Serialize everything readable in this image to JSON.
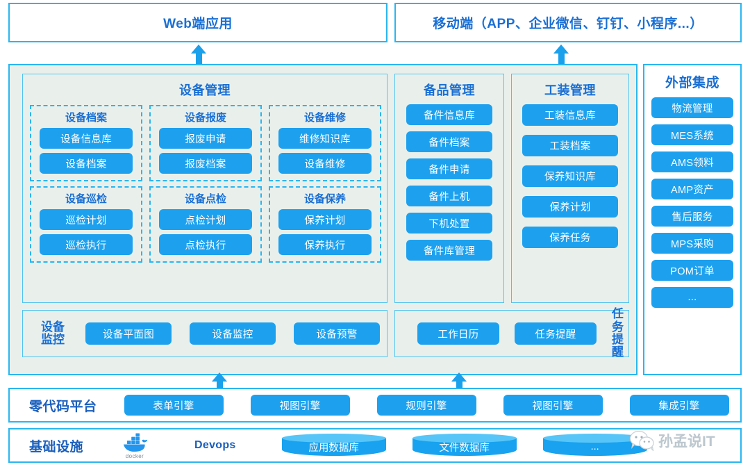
{
  "clients": {
    "web": "Web端应用",
    "mobile": "移动端（APP、企业微信、钉钉、小程序...）"
  },
  "equipment_management": {
    "title": "设备管理",
    "groups": [
      {
        "title": "设备档案",
        "items": [
          "设备信息库",
          "设备档案"
        ]
      },
      {
        "title": "设备报废",
        "items": [
          "报废申请",
          "报废档案"
        ]
      },
      {
        "title": "设备维修",
        "items": [
          "维修知识库",
          "设备维修"
        ]
      },
      {
        "title": "设备巡检",
        "items": [
          "巡检计划",
          "巡检执行"
        ]
      },
      {
        "title": "设备点检",
        "items": [
          "点检计划",
          "点检执行"
        ]
      },
      {
        "title": "设备保养",
        "items": [
          "保养计划",
          "保养执行"
        ]
      }
    ]
  },
  "spare_parts": {
    "title": "备品管理",
    "items": [
      "备件信息库",
      "备件档案",
      "备件申请",
      "备件上机",
      "下机处置",
      "备件库管理"
    ]
  },
  "tooling": {
    "title": "工装管理",
    "items": [
      "工装信息库",
      "工装档案",
      "保养知识库",
      "保养计划",
      "保养任务"
    ]
  },
  "equipment_monitor": {
    "label": "设备监控",
    "items": [
      "设备平面图",
      "设备监控",
      "设备预警"
    ]
  },
  "task_reminder": {
    "label": "任务提醒",
    "items": [
      "工作日历",
      "任务提醒"
    ]
  },
  "external_integration": {
    "title": "外部集成",
    "items": [
      "物流管理",
      "MES系统",
      "AMS领料",
      "AMP资产",
      "售后服务",
      "MPS采购",
      "POM订单",
      "..."
    ]
  },
  "zero_code_platform": {
    "label": "零代码平台",
    "items": [
      "表单引擎",
      "视图引擎",
      "规则引擎",
      "视图引擎",
      "集成引擎"
    ]
  },
  "infrastructure": {
    "label": "基础设施",
    "docker_word": "docker",
    "devops": "Devops",
    "databases": [
      "应用数据库",
      "文件数据库",
      "..."
    ]
  },
  "watermark": {
    "text": "孙孟说IT"
  },
  "colors": {
    "accent_blue": "#1da1ef",
    "border_blue": "#29b6f0",
    "title_blue": "#1a6fd4",
    "panel_bg": "#e9f0ec"
  }
}
